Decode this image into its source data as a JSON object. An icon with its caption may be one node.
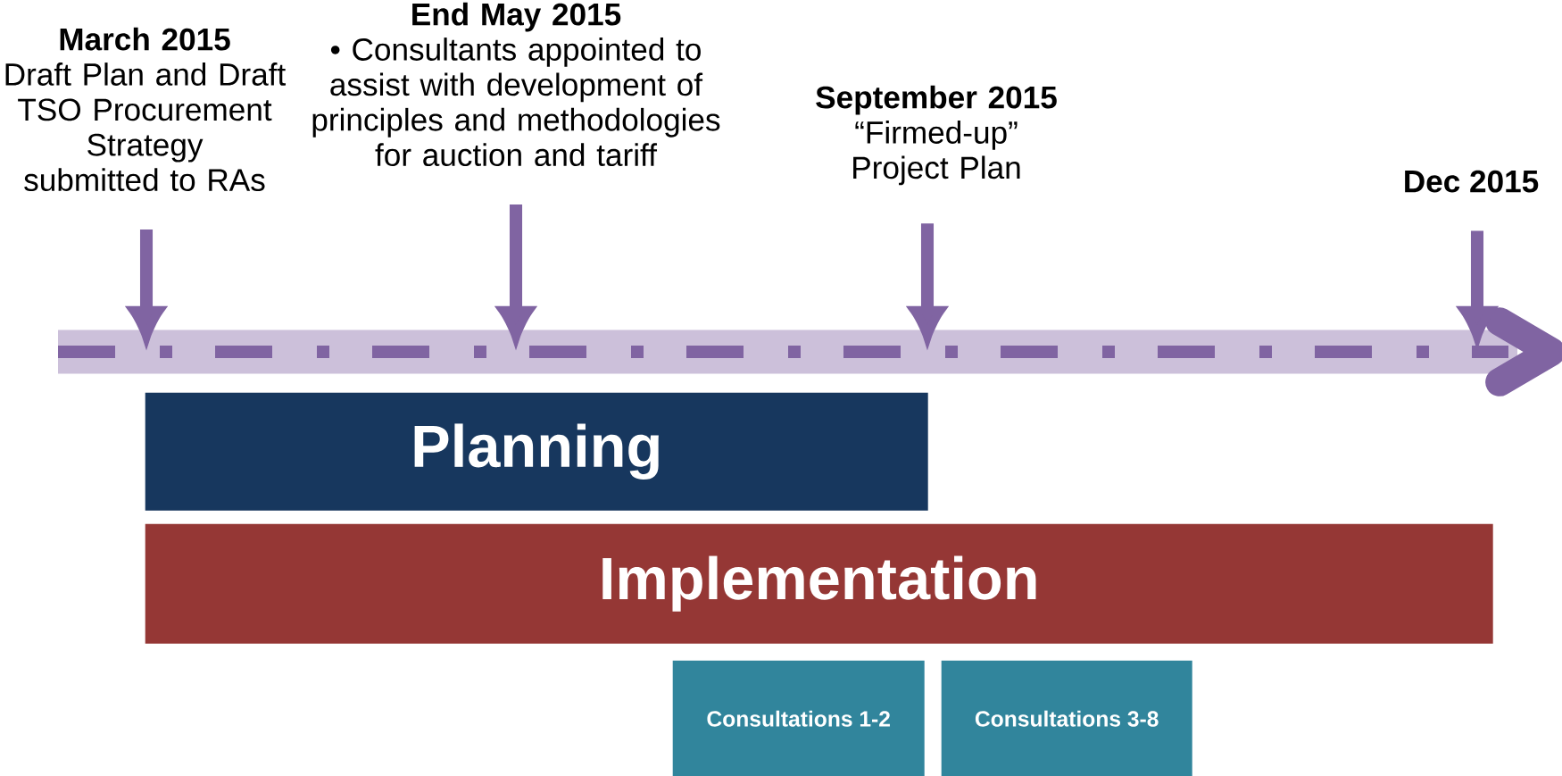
{
  "diagram": {
    "nodes": [
      {
        "text": [
          "March 2015",
          "Draft Plan and Draft TSO Procurement Strategy submitted to RAs"
        ]
      },
      {
        "text": [
          "End May 2015",
          "• Consultants appointed to assist with development of principles and methodologies for auction and tariff"
        ]
      },
      {
        "text": [
          "September 2015",
          "“Firmed-up” Project Plan"
        ]
      },
      {
        "text": [
          "Dec 2015"
        ]
      },
      {
        "text": [
          "Planning"
        ]
      },
      {
        "text": [
          "Implementation"
        ]
      },
      {
        "text": [
          "Consultations 1-2"
        ]
      },
      {
        "text": [
          "Consultations 3-8"
        ]
      }
    ],
    "edges": [
      {
        "from": 0,
        "to": null,
        "arrow": "to"
      },
      {
        "from": 1,
        "to": null,
        "arrow": "to"
      },
      {
        "from": 2,
        "to": null,
        "arrow": "to"
      },
      {
        "from": 3,
        "to": null,
        "arrow": "to"
      }
    ]
  }
}
